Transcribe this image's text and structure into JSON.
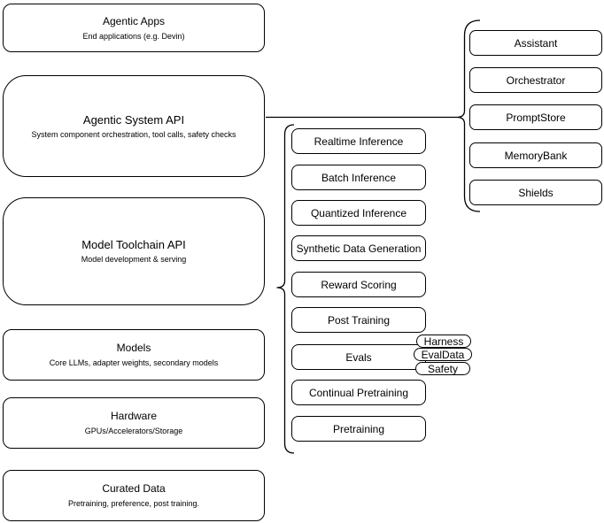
{
  "diagram": {
    "background": "#ffffff",
    "stroke": "#000000",
    "stack": [
      {
        "title": "Agentic Apps",
        "subtitle": "End applications (e.g. Devin)"
      },
      {
        "title": "Agentic System API",
        "subtitle": "System component orchestration, tool calls, safety checks"
      },
      {
        "title": "Model Toolchain API",
        "subtitle": "Model development & serving"
      },
      {
        "title": "Models",
        "subtitle": "Core LLMs, adapter weights, secondary models"
      },
      {
        "title": "Hardware",
        "subtitle": "GPUs/Accelerators/Storage"
      },
      {
        "title": "Curated Data",
        "subtitle": "Pretraining, preference, post training."
      }
    ],
    "toolchain_components": [
      "Realtime Inference",
      "Batch Inference",
      "Quantized Inference",
      "Synthetic Data Generation",
      "Reward Scoring",
      "Post Training",
      "Evals",
      "Continual Pretraining",
      "Pretraining"
    ],
    "evals_badges": [
      "Harness",
      "EvalData",
      "Safety"
    ],
    "system_components": [
      "Assistant",
      "Orchestrator",
      "PromptStore",
      "MemoryBank",
      "Shields"
    ]
  }
}
